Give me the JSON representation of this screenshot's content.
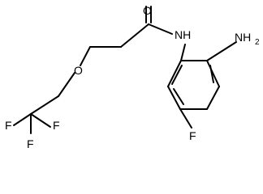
{
  "molecule": {
    "atoms": {
      "oxygen_carbonyl": "O",
      "nitrogen_amide": "NH",
      "amino_group": "NH",
      "amino_subscript": "2",
      "ether_oxygen": "O",
      "fluoro_ring": "F",
      "fluorine_top": "F",
      "fluorine_left": "F",
      "fluorine_right": "F"
    }
  }
}
